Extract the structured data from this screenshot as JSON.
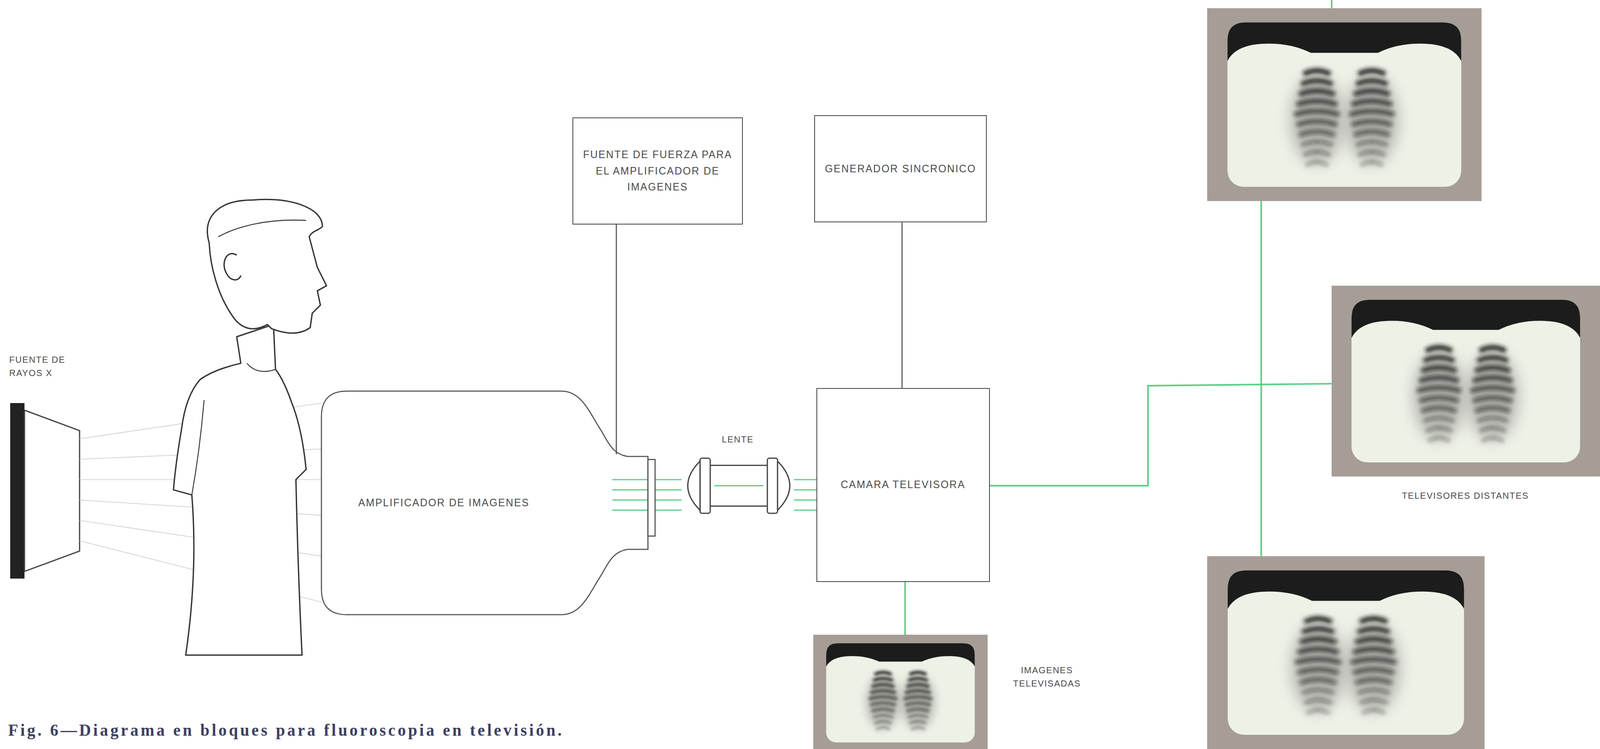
{
  "diagram": {
    "caption": "Fig. 6—Diagrama en bloques para fluoroscopia en televisión.",
    "nodes": [
      {
        "text": [
          "AMPLIFICADOR DE IMAGENES"
        ]
      },
      {
        "text": [
          "FUENTE DE FUERZA PARA EL AMPLIFICADOR DE IMAGENES"
        ]
      },
      {
        "text": [
          "GENERADOR SINCRONICO"
        ]
      },
      {
        "text": [
          "CAMARA TELEVISORA"
        ]
      }
    ],
    "edges": [
      {
        "from": 1,
        "to": 0,
        "arrow": "none"
      },
      {
        "from": 2,
        "to": 3,
        "arrow": "none"
      }
    ],
    "labels": [
      "FUENTE DE RAYOS X",
      "LENTE",
      "IMAGENES TELEVISADAS",
      "TELEVISORES DISTANTES"
    ]
  }
}
